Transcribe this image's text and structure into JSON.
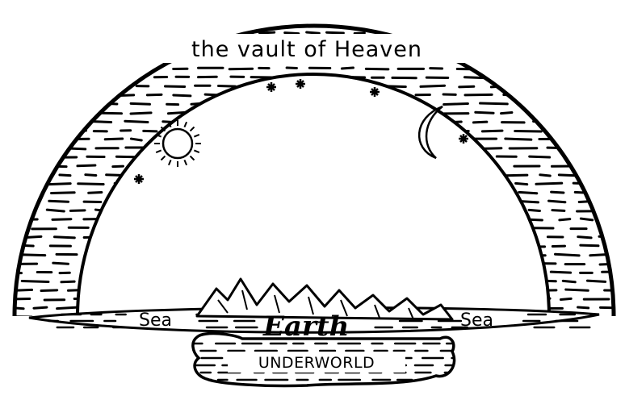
{
  "labels": {
    "vault": "the vault of Heaven",
    "sea_left": "Sea",
    "sea_right": "Sea",
    "earth": "Earth",
    "underworld": "UNDERWORLD"
  },
  "icons": [
    "sun-icon",
    "crescent-moon-icon",
    "star-icon",
    "mountains-icon"
  ],
  "colors": {
    "ink": "#000000",
    "paper": "#ffffff"
  }
}
